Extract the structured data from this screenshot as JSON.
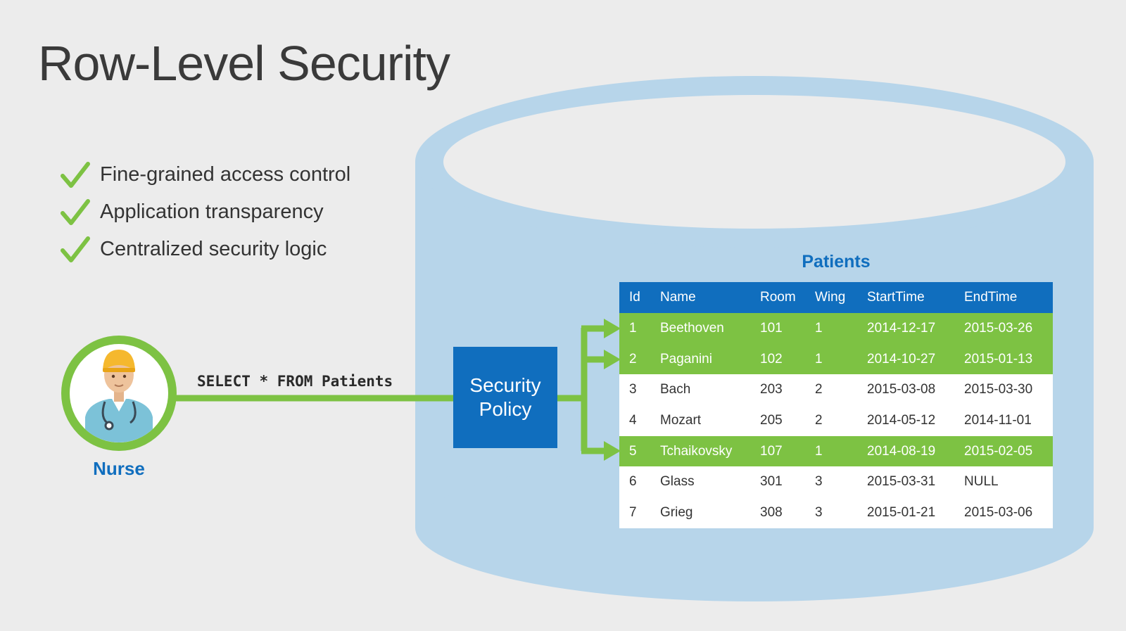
{
  "title": "Row-Level Security",
  "bullets": [
    {
      "icon": "check-icon",
      "text": "Fine-grained access control"
    },
    {
      "icon": "check-icon",
      "text": "Application transparency"
    },
    {
      "icon": "check-icon",
      "text": "Centralized security logic"
    }
  ],
  "user": {
    "label": "Nurse",
    "icon": "nurse-avatar-icon"
  },
  "query": "SELECT * FROM Patients",
  "policy": {
    "line1": "Security",
    "line2": "Policy"
  },
  "table": {
    "title": "Patients",
    "columns": [
      "Id",
      "Name",
      "Room",
      "Wing",
      "StartTime",
      "EndTime"
    ],
    "rows": [
      {
        "cells": [
          "1",
          "Beethoven",
          "101",
          "1",
          "2014-12-17",
          "2015-03-26"
        ],
        "visible": true
      },
      {
        "cells": [
          "2",
          "Paganini",
          "102",
          "1",
          "2014-10-27",
          "2015-01-13"
        ],
        "visible": true
      },
      {
        "cells": [
          "3",
          "Bach",
          "203",
          "2",
          "2015-03-08",
          "2015-03-30"
        ],
        "visible": false
      },
      {
        "cells": [
          "4",
          "Mozart",
          "205",
          "2",
          "2014-05-12",
          "2014-11-01"
        ],
        "visible": false
      },
      {
        "cells": [
          "5",
          "Tchaikovsky",
          "107",
          "1",
          "2014-08-19",
          "2015-02-05"
        ],
        "visible": true
      },
      {
        "cells": [
          "6",
          "Glass",
          "301",
          "3",
          "2015-03-31",
          "NULL"
        ],
        "visible": false
      },
      {
        "cells": [
          "7",
          "Grieg",
          "308",
          "3",
          "2015-01-21",
          "2015-03-06"
        ],
        "visible": false
      }
    ]
  },
  "colors": {
    "accent_blue": "#106ebe",
    "highlight_green": "#7dc243",
    "database_fill": "#b7d5ea",
    "background": "#ececec"
  }
}
